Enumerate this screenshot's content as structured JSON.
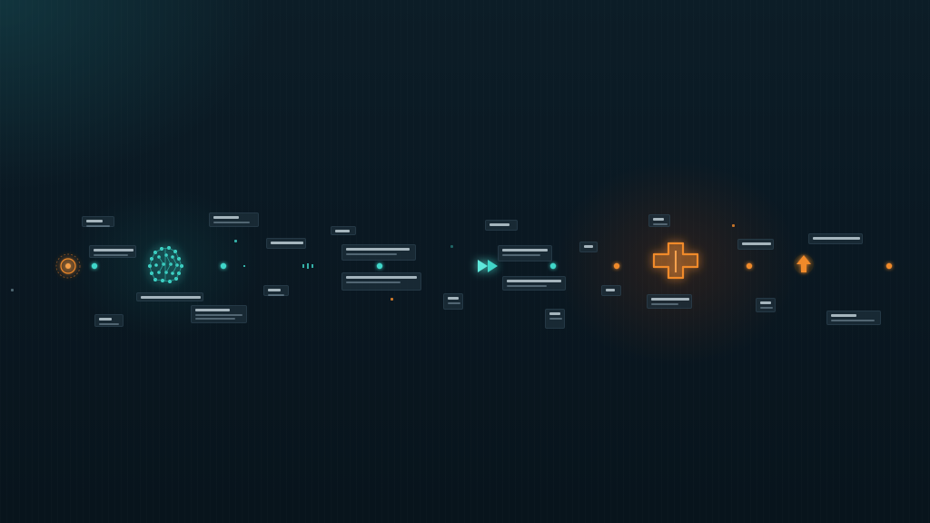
{
  "scene": {
    "background": "#0a1821",
    "accent_cyan": "#3fd6c9",
    "accent_orange": "#f08a2c",
    "line_cyan": "#36b9b6",
    "line_orange": "#e07a28"
  },
  "timeline": {
    "nodes": [
      {
        "id": "start-node",
        "icon": "radial-target-icon",
        "color": "#f08a2c"
      },
      {
        "id": "node-1",
        "icon": "dot",
        "color": "#3fd6c9"
      },
      {
        "id": "brain-node",
        "icon": "neural-brain-icon",
        "color": "#3fd6c9"
      },
      {
        "id": "node-2",
        "icon": "dot",
        "color": "#3fd6c9"
      },
      {
        "id": "node-3",
        "icon": "dot",
        "color": "#3fd6c9"
      },
      {
        "id": "node-4",
        "icon": "dot",
        "color": "#3fd6c9"
      },
      {
        "id": "fast-forward-node",
        "icon": "fast-forward-icon",
        "color": "#3fd6c9"
      },
      {
        "id": "node-5",
        "icon": "dot",
        "color": "#3fd6c9"
      },
      {
        "id": "node-6",
        "icon": "dot",
        "color": "#f08a2c"
      },
      {
        "id": "plus-node",
        "icon": "medical-cross-icon",
        "color": "#f08a2c"
      },
      {
        "id": "node-7",
        "icon": "dot",
        "color": "#f08a2c"
      },
      {
        "id": "arrow-node",
        "icon": "up-arrow-icon",
        "color": "#f08a2c"
      },
      {
        "id": "end-node",
        "icon": "dot",
        "color": "#f08a2c"
      }
    ]
  },
  "cards": [
    {
      "id": "card-1"
    },
    {
      "id": "card-2"
    },
    {
      "id": "card-3"
    },
    {
      "id": "card-4"
    },
    {
      "id": "card-5"
    },
    {
      "id": "card-6"
    },
    {
      "id": "card-7"
    },
    {
      "id": "card-8"
    },
    {
      "id": "card-9"
    },
    {
      "id": "card-10"
    },
    {
      "id": "card-11"
    },
    {
      "id": "card-12"
    },
    {
      "id": "card-13"
    },
    {
      "id": "card-14"
    },
    {
      "id": "card-15"
    },
    {
      "id": "card-16"
    },
    {
      "id": "card-17"
    },
    {
      "id": "card-18"
    },
    {
      "id": "card-19"
    },
    {
      "id": "card-20"
    },
    {
      "id": "card-21"
    },
    {
      "id": "card-22"
    },
    {
      "id": "card-23"
    }
  ]
}
